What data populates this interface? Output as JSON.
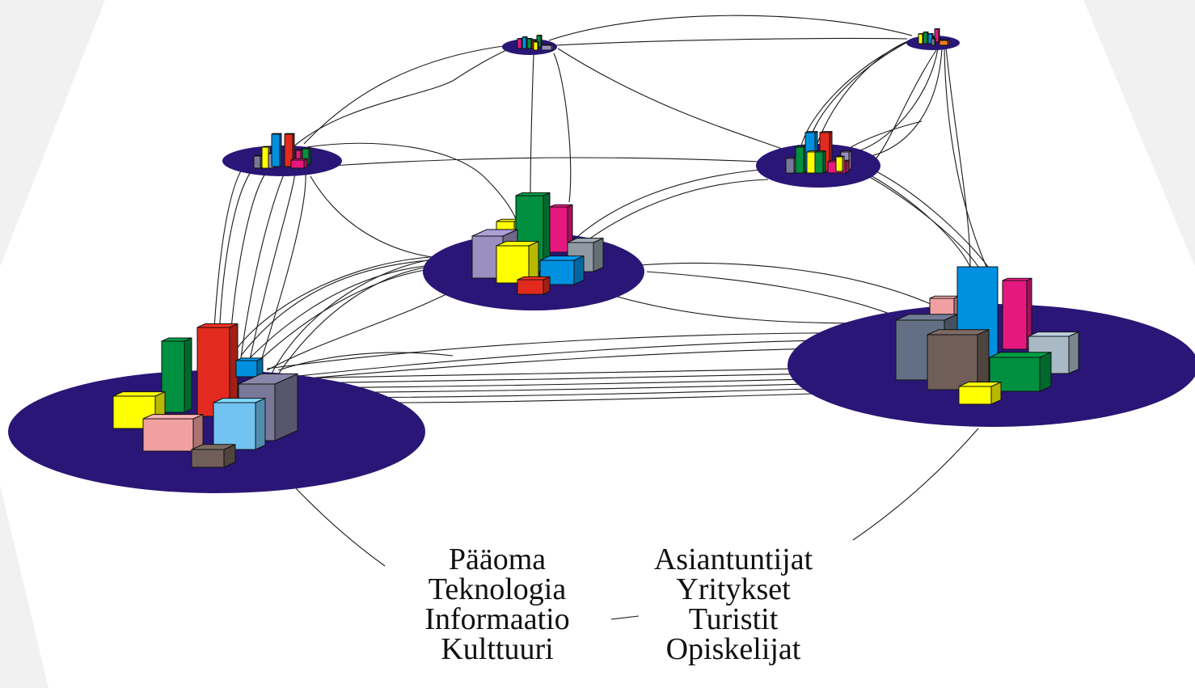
{
  "colors": {
    "platform": "#2a1676",
    "line": "#1a1a1a",
    "background": "#ffffff",
    "bg_shade": "#f1f1f1",
    "yellow": "#ffff00",
    "green": "#00903f",
    "red": "#e22b1e",
    "blue": "#0090e0",
    "light_blue": "#72c2f2",
    "pink": "#e5187f",
    "salmon": "#f0a0a0",
    "slate": "#7a7898",
    "lavender": "#9b8ec0",
    "grey_blue": "#8f9aa4",
    "steel": "#636f84",
    "brown": "#6f5f58",
    "light_steel": "#a9bac6"
  },
  "labels": {
    "left": [
      "Pääoma",
      "Teknologia",
      "Informaatio",
      "Kulttuuri"
    ],
    "right": [
      "Asiantuntijat",
      "Yritykset",
      "Turistit",
      "Opiskelijat"
    ]
  }
}
